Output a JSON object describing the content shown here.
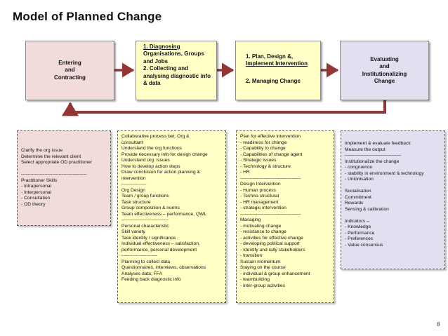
{
  "title": "Model of Planned Change",
  "stages": [
    {
      "lines": [
        "Entering",
        "and",
        "Contracting"
      ]
    },
    {
      "lines": [
        "1. Diagnosing",
        "Organisations, Groups",
        "and Jobs",
        "2. Collecting and",
        "analysing diagnostic info",
        "& data"
      ]
    },
    {
      "lines": [
        "1. Plan, Design &,",
        "Implement Intervention",
        "2. Managing Change"
      ]
    },
    {
      "lines": [
        "Evaluating",
        "and",
        "Institutionalizing",
        "Change"
      ]
    }
  ],
  "details": [
    {
      "lines": [
        "Clarify the org issue",
        "Determine the relevant client",
        "Select appropriate OD practitioner",
        "",
        "------------------------------------------",
        "Practitioner Skills",
        " - Intrapersonal",
        " - Interpersonal",
        " - Consultation",
        " - OD theory"
      ]
    },
    {
      "lines": [
        "Collaborative process bet. Org &",
        "consultant",
        "Understand the org functions",
        "Provide necessary info for design change",
        "Understand org. issues",
        "How to develop action steps",
        "Draw conclusion for action planning &",
        "intervention",
        "----------------",
        "Org Design",
        "Team / group functions",
        "Task structure",
        "Group composition & norms",
        "Team effectiveness – performance, QWL",
        "------------------------------",
        "Personal characteristic",
        "Skill variety",
        "Task identity / significance",
        "Individual effectiveness – satisfaction,",
        "performance, personal development",
        "-----------------------",
        "Planning to collect data",
        "Questionnaires, interviews, observations",
        "Analyses data, FFA",
        "Feeding back diagnostic info"
      ]
    },
    {
      "lines": [
        "Plan for effective intervention",
        " - readiness for change",
        " -   Capability to change",
        " -   Capabilities of change agent",
        " -     Strategic issues",
        " -     Technology & structure",
        " -     HR",
        "---------------------------------------",
        "Design Intervention",
        " - Human process",
        " - Techno-structural",
        " - HR management",
        " - strategic intervention",
        "---------------------------------------",
        "Managing",
        " -  motivating change",
        " -  resistance to change",
        " -  activities for effective change",
        " - developing political support",
        " - Identify and rally stakeholders",
        " -  transition",
        "Sustain momentum",
        "Staying on the course",
        " - individual & group enhancement",
        " - teambuilding",
        " - inter-group activities"
      ]
    },
    {
      "lines": [
        "Implement & evaluate feedback",
        "Measure the output",
        "------------------------------------",
        "Institutionalize the change",
        " -  congruence",
        " - stability in environment & technology",
        " - Unionisation",
        "",
        "Socialisation",
        "Commitment",
        "Rewards",
        "Sensing & calibration",
        "",
        "Indicators –",
        " - Knowledge",
        " - Performance",
        " - Preferences",
        " - Value consensus"
      ]
    }
  ],
  "page_number": "8",
  "colors": {
    "arrow": "#943634",
    "pink": "#f2dcdb",
    "yellow": "#ffffc6",
    "lavender": "#e4dff0"
  }
}
